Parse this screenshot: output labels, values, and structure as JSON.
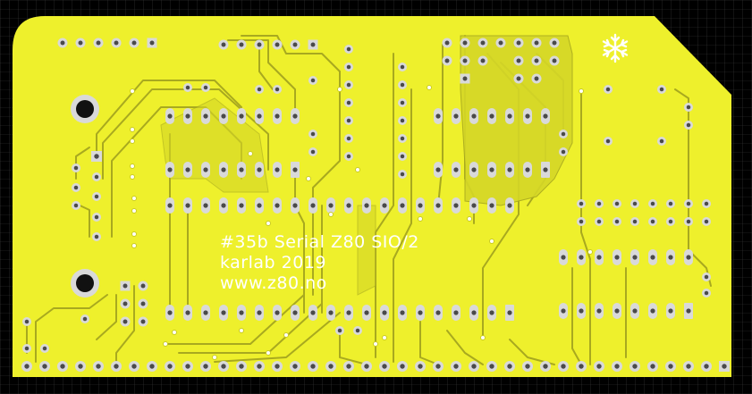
{
  "board": {
    "silkscreen_lines": [
      "#35b Serial Z80 SIO/2",
      "karlab 2019",
      "www.z80.no"
    ],
    "colors": {
      "background": "#000000",
      "grid": "#3a3a3a",
      "copper_pour": "#eef02c",
      "trace": "#b3b423",
      "trace_outline": "#8a8a1e",
      "pad_ring": "#d9d9d9",
      "pad_hole": "#4a4a4a",
      "silkscreen": "#ffffff"
    },
    "icons": [
      "snowflake-icon"
    ]
  }
}
